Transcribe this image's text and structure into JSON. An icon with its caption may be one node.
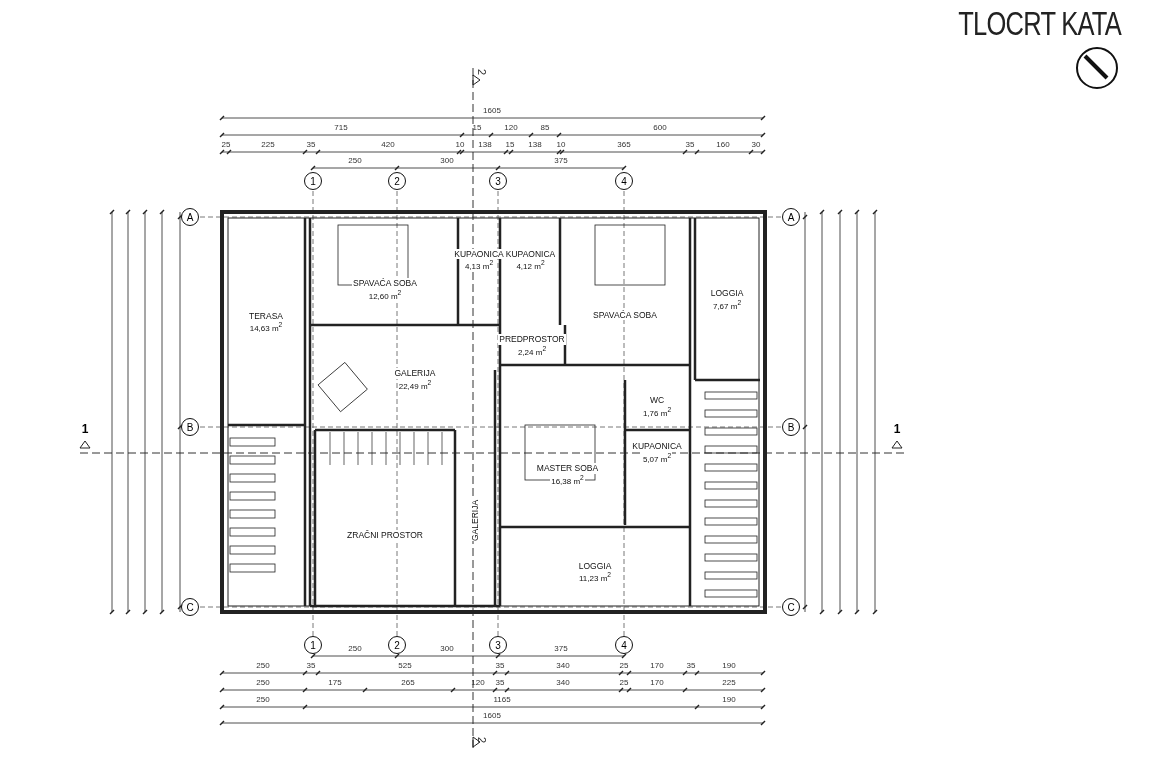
{
  "diagram": {
    "title": "TLOCRT KATA",
    "nodes": [
      {
        "text": [
          "TERASA",
          "14,63 m$^{2}$"
        ]
      },
      {
        "text": [
          "SPAVAĆA SOBA",
          "12,60 m$^{2}$"
        ]
      },
      {
        "text": [
          "KUPAONICA",
          "4,13 m$^{2}$"
        ]
      },
      {
        "text": [
          "KUPAONICA",
          "4,12 m$^{2}$"
        ]
      },
      {
        "text": [
          "SPAVAĆA SOBA"
        ]
      },
      {
        "text": [
          "LOGGIA",
          "7,67 m$^{2}$"
        ]
      },
      {
        "text": [
          "PREDPROSTOR",
          "2,24 m$^{2}$"
        ]
      },
      {
        "text": [
          "GALERIJA",
          "22,49 m$^{2}$"
        ]
      },
      {
        "text": [
          "WC",
          "1,76 m$^{2}$"
        ]
      },
      {
        "text": [
          "MASTER SOBA",
          "16,38 m$^{2}$"
        ]
      },
      {
        "text": [
          "KUPAONICA",
          "5,07 m$^{2}$"
        ]
      },
      {
        "text": [
          "ZRAČNI PROSTOR"
        ]
      },
      {
        "text": [
          "GALERIJA"
        ]
      },
      {
        "text": [
          "LOGGIA",
          "11,23 m$^{2}$"
        ]
      },
      {
        "text": [
          "1"
        ]
      },
      {
        "text": [
          "2"
        ]
      },
      {
        "text": [
          "3"
        ]
      },
      {
        "text": [
          "4"
        ]
      },
      {
        "text": [
          "A"
        ]
      },
      {
        "text": [
          "A"
        ]
      },
      {
        "text": [
          "B"
        ]
      },
      {
        "text": [
          "B"
        ]
      },
      {
        "text": [
          "C"
        ]
      },
      {
        "text": [
          "C"
        ]
      },
      {
        "text": [
          "1"
        ]
      },
      {
        "text": [
          "2"
        ]
      },
      {
        "text": [
          "3"
        ]
      },
      {
        "text": [
          "4"
        ]
      }
    ],
    "labels": [
      "2",
      "1605",
      "715",
      "15",
      "120",
      "85",
      "600",
      "25",
      "225",
      "35",
      "420",
      "10",
      "138",
      "15",
      "138",
      "10",
      "365",
      "35",
      "160",
      "30",
      "250",
      "300",
      "375",
      "1",
      "1",
      "250",
      "300",
      "375",
      "250",
      "35",
      "525",
      "35",
      "340",
      "25",
      "170",
      "35",
      "190",
      "250",
      "175",
      "265",
      "120",
      "35",
      "340",
      "25",
      "170",
      "225",
      "250",
      "1165",
      "190",
      "1605",
      "2"
    ]
  }
}
